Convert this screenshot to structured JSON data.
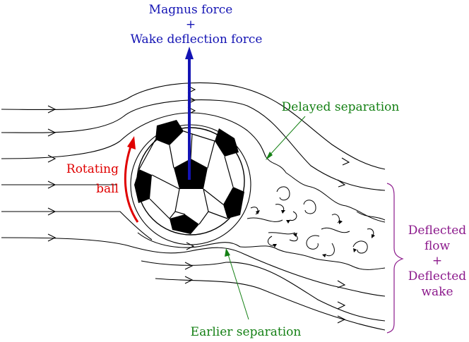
{
  "labels": {
    "force_line1": "Magnus force",
    "force_plus": "+",
    "force_line2": "Wake deflection force",
    "rotating_line1": "Rotating",
    "rotating_line2": "ball",
    "delayed_separation": "Delayed separation",
    "earlier_separation": "Earlier separation",
    "deflected_line1": "Deflected",
    "deflected_line2": "flow",
    "deflected_plus": "+",
    "deflected_line3": "Deflected",
    "deflected_line4": "wake"
  },
  "colors": {
    "force_arrow": "#1414b4",
    "rotation_arrow": "#e00000",
    "separation_annotations": "#148014",
    "deflected_annotation": "#8c1a8c",
    "streamlines": "#000000"
  }
}
